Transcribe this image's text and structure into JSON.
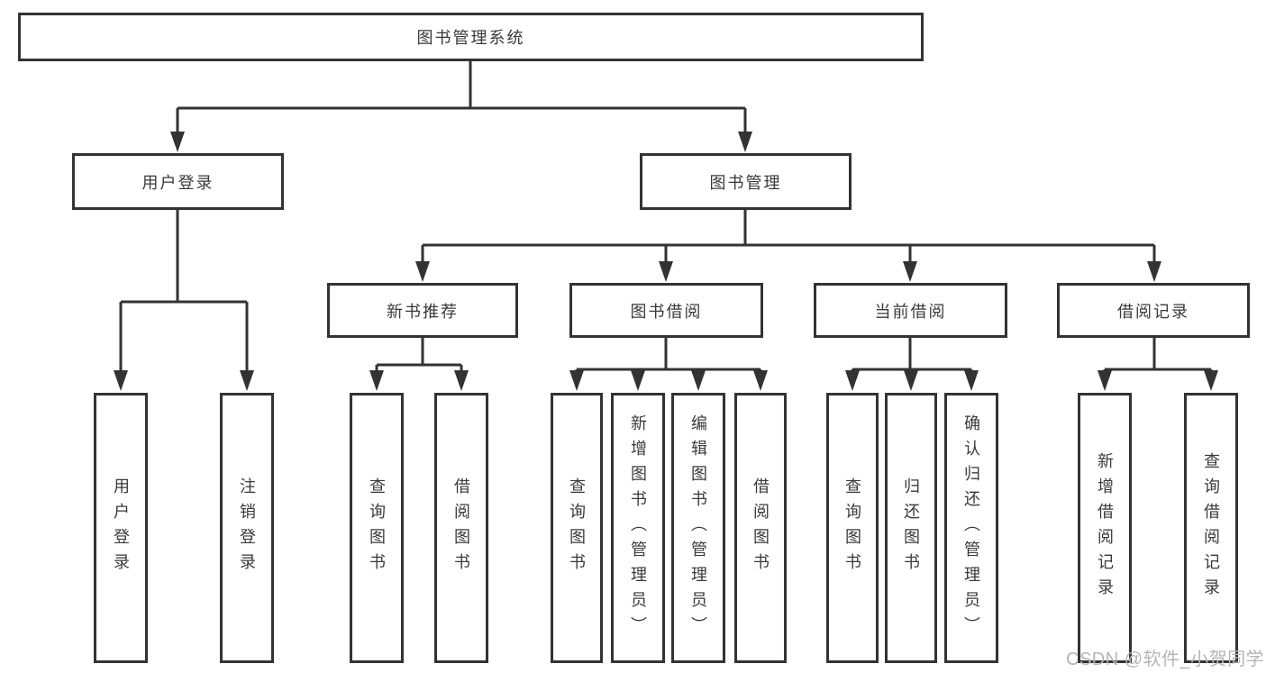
{
  "tree": {
    "label": "图书管理系统",
    "children": [
      {
        "label": "用户登录",
        "children": [
          {
            "label": "用户登录"
          },
          {
            "label": "注销登录"
          }
        ]
      },
      {
        "label": "图书管理",
        "children": [
          {
            "label": "新书推荐",
            "children": [
              {
                "label": "查询图书"
              },
              {
                "label": "借阅图书"
              }
            ]
          },
          {
            "label": "图书借阅",
            "children": [
              {
                "label": "查询图书"
              },
              {
                "label": "新增图书（管理员）"
              },
              {
                "label": "编辑图书（管理员）"
              },
              {
                "label": "借阅图书"
              }
            ]
          },
          {
            "label": "当前借阅",
            "children": [
              {
                "label": "查询图书"
              },
              {
                "label": "归还图书"
              },
              {
                "label": "确认归还（管理员）"
              }
            ]
          },
          {
            "label": "借阅记录",
            "children": [
              {
                "label": "新增借阅记录"
              },
              {
                "label": "查询借阅记录"
              }
            ]
          }
        ]
      }
    ]
  },
  "watermark": {
    "text": "CSDN @软件_小贺同学"
  },
  "colors": {
    "line": "#333333",
    "box_border": "#333333",
    "text": "#3a3a3a",
    "watermark": "#b5b5b5",
    "background": "#ffffff"
  }
}
